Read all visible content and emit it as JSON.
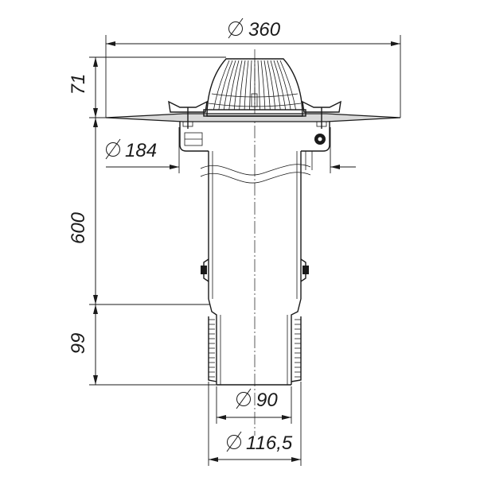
{
  "dimensions": {
    "overall_diameter": "360",
    "dome_height": "71",
    "body_diameter": "184",
    "pipe_length": "600",
    "outlet_length": "99",
    "outlet_inner_diameter": "90",
    "outlet_outer_diameter": "116,5"
  },
  "symbols": {
    "diameter": "diameter-symbol-icon"
  },
  "colors": {
    "line": "#1a1a1a",
    "background": "#ffffff",
    "flange_fill": "#d9d9d9"
  }
}
